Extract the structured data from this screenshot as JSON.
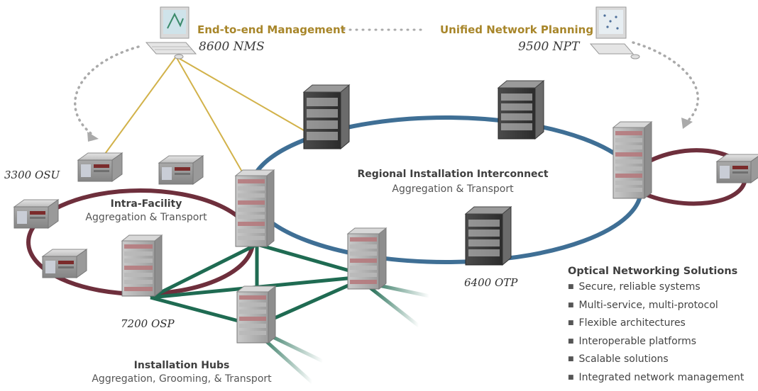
{
  "top": {
    "left_caption": "End-to-end Management",
    "left_model": "8600 NMS",
    "right_caption": "Unified Network Planning",
    "right_model": "9500 NPT"
  },
  "rings": {
    "intra": {
      "title": "Intra-Facility",
      "subtitle": "Aggregation & Transport"
    },
    "regional": {
      "title": "Regional Installation Interconnect",
      "subtitle": "Aggregation & Transport"
    },
    "hubs": {
      "title": "Installation Hubs",
      "subtitle": "Aggregation, Grooming, & Transport"
    }
  },
  "devices": {
    "osu": "3300 OSU",
    "osp": "7200 OSP",
    "otp": "6400 OTP"
  },
  "solutions": {
    "heading": "Optical Networking Solutions",
    "items": [
      "Secure, reliable systems",
      "Multi-service, multi-protocol",
      "Flexible architectures",
      "Interoperable platforms",
      "Scalable solutions",
      "Integrated network management"
    ]
  },
  "colors": {
    "regional_ring": "#3f6f95",
    "intra_ring": "#6e2f3c",
    "hub_links": "#1f6b52",
    "mgmt_links": "#d2b24a",
    "caption_gold": "#a8862a"
  }
}
